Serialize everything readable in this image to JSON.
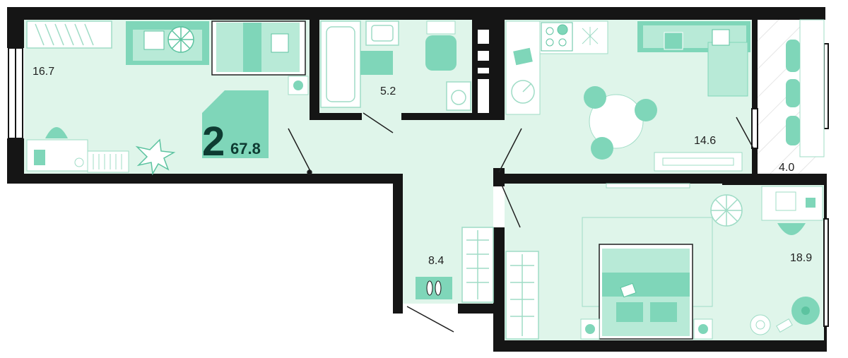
{
  "colors": {
    "floor": "#dff5ea",
    "wall": "#151515",
    "accent": "#7fd6b9",
    "accent_dark": "#5cc3a0",
    "furniture_line": "#9fdcc6",
    "badge": "#7fd6b9",
    "badge_text": "#0e3b32"
  },
  "apartment": {
    "rooms_count": "2",
    "total_area": "67.8"
  },
  "rooms": [
    {
      "id": "room-1",
      "area": "16.7"
    },
    {
      "id": "bathroom",
      "area": "5.2"
    },
    {
      "id": "kitchen",
      "area": "14.6"
    },
    {
      "id": "balcony",
      "area": "4.0"
    },
    {
      "id": "hallway",
      "area": "8.4"
    },
    {
      "id": "bedroom",
      "area": "18.9"
    }
  ],
  "icons": {
    "sofa": "sofa-icon",
    "bed": "bed-icon",
    "plant": "plant-icon",
    "bathtub": "bathtub-icon",
    "toilet": "toilet-icon",
    "sink": "sink-icon",
    "washer": "washing-machine-icon",
    "stove": "stove-icon",
    "table": "dining-table-icon",
    "wardrobe": "wardrobe-icon",
    "desk": "desk-icon",
    "door": "door-icon"
  }
}
